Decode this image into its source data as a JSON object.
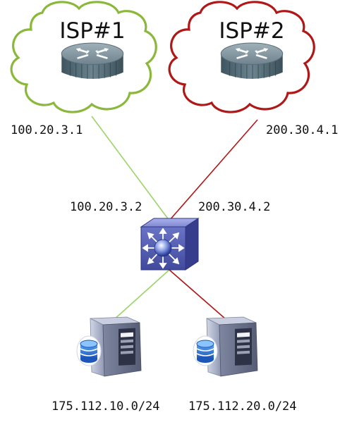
{
  "isp1": {
    "name": "ISP#1",
    "router_ip": "100.20.3.1",
    "cloud_color": "#8ab83a",
    "link_color": "#9bd46a"
  },
  "isp2": {
    "name": "ISP#2",
    "router_ip": "200.30.4.1",
    "cloud_color": "#b01818",
    "link_color": "#b01818"
  },
  "switch": {
    "ip_to_isp1": "100.20.3.2",
    "ip_to_isp2": "200.30.4.2",
    "icon": "multilayer-switch-icon"
  },
  "servers": [
    {
      "network": "175.112.10.0/24",
      "icon": "database-server-icon",
      "link_color": "#9bd46a"
    },
    {
      "network": "175.112.20.0/24",
      "icon": "database-server-icon",
      "link_color": "#b01818"
    }
  ],
  "router_icon": "router-icon"
}
